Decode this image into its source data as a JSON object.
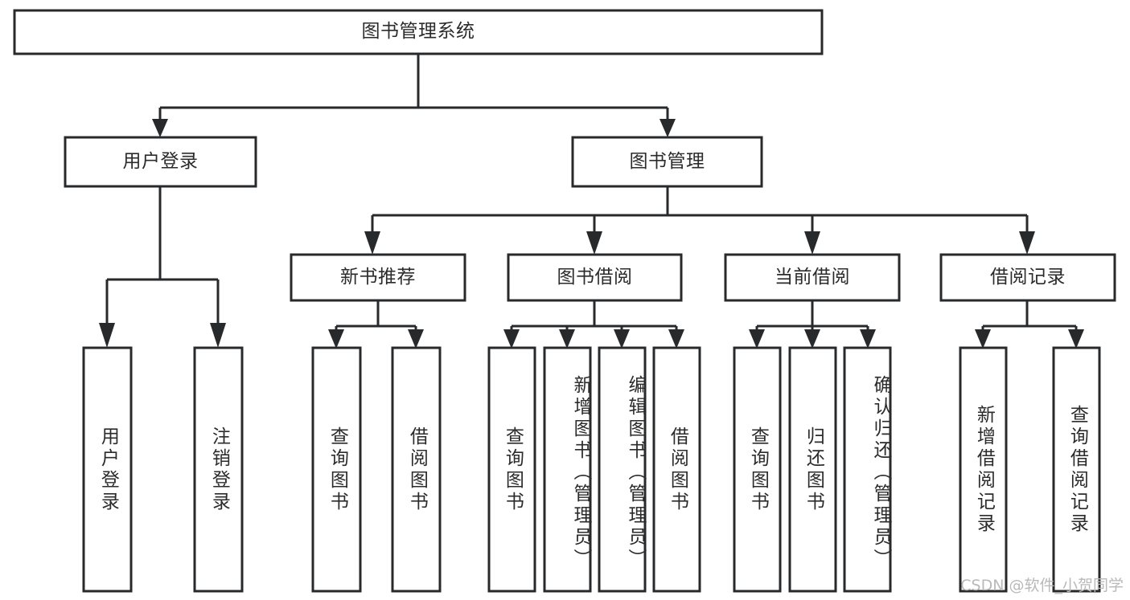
{
  "diagram": {
    "type": "tree-hierarchy",
    "title": "图书管理系统",
    "watermark": "CSDN @软件_小贺同学",
    "colors": {
      "box_stroke": "#27292b",
      "box_fill": "#ffffff",
      "text": "#2b2b2b",
      "connector": "#27292b",
      "watermark": "#b9b9b9",
      "background": "#ffffff"
    },
    "levels": {
      "root": "图书管理系统",
      "level2": [
        "用户登录",
        "图书管理"
      ],
      "level3": [
        "新书推荐",
        "图书借阅",
        "当前借阅",
        "借阅记录"
      ]
    },
    "nodes": {
      "root": {
        "label": "图书管理系统",
        "orientation": "horizontal"
      },
      "user_login": {
        "label": "用户登录",
        "orientation": "horizontal"
      },
      "book_manage": {
        "label": "图书管理",
        "orientation": "horizontal"
      },
      "new_book_rec": {
        "label": "新书推荐",
        "orientation": "horizontal"
      },
      "book_borrow": {
        "label": "图书借阅",
        "orientation": "horizontal"
      },
      "current_borrow": {
        "label": "当前借阅",
        "orientation": "horizontal"
      },
      "borrow_record": {
        "label": "借阅记录",
        "orientation": "horizontal"
      },
      "leaf_user_login": {
        "label": "用户登录",
        "orientation": "vertical"
      },
      "leaf_logout": {
        "label": "注销登录",
        "orientation": "vertical"
      },
      "leaf_query_book_a": {
        "label": "查询图书",
        "orientation": "vertical"
      },
      "leaf_borrow_book_a": {
        "label": "借阅图书",
        "orientation": "vertical"
      },
      "leaf_query_book_b": {
        "label": "查询图书",
        "orientation": "vertical"
      },
      "leaf_add_book": {
        "label": "新增图书（管理员）",
        "orientation": "vertical"
      },
      "leaf_edit_book": {
        "label": "编辑图书（管理员）",
        "orientation": "vertical"
      },
      "leaf_borrow_book_b": {
        "label": "借阅图书",
        "orientation": "vertical"
      },
      "leaf_query_book_c": {
        "label": "查询图书",
        "orientation": "vertical"
      },
      "leaf_return_book": {
        "label": "归还图书",
        "orientation": "vertical"
      },
      "leaf_confirm_return": {
        "label": "确认归还（管理员）",
        "orientation": "vertical"
      },
      "leaf_add_record": {
        "label": "新增借阅记录",
        "orientation": "vertical"
      },
      "leaf_query_record": {
        "label": "查询借阅记录",
        "orientation": "vertical"
      }
    },
    "edges": [
      {
        "from": "root",
        "to": "用户登录"
      },
      {
        "from": "root",
        "to": "图书管理"
      },
      {
        "from": "用户登录",
        "to": "用户登录(叶)"
      },
      {
        "from": "用户登录",
        "to": "注销登录"
      },
      {
        "from": "图书管理",
        "to": "新书推荐"
      },
      {
        "from": "图书管理",
        "to": "图书借阅"
      },
      {
        "from": "图书管理",
        "to": "当前借阅"
      },
      {
        "from": "图书管理",
        "to": "借阅记录"
      },
      {
        "from": "新书推荐",
        "to": "查询图书"
      },
      {
        "from": "新书推荐",
        "to": "借阅图书"
      },
      {
        "from": "图书借阅",
        "to": "查询图书"
      },
      {
        "from": "图书借阅",
        "to": "新增图书（管理员）"
      },
      {
        "from": "图书借阅",
        "to": "编辑图书（管理员）"
      },
      {
        "from": "图书借阅",
        "to": "借阅图书"
      },
      {
        "from": "当前借阅",
        "to": "查询图书"
      },
      {
        "from": "当前借阅",
        "to": "归还图书"
      },
      {
        "from": "当前借阅",
        "to": "确认归还（管理员）"
      },
      {
        "from": "借阅记录",
        "to": "新增借阅记录"
      },
      {
        "from": "借阅记录",
        "to": "查询借阅记录"
      }
    ]
  }
}
